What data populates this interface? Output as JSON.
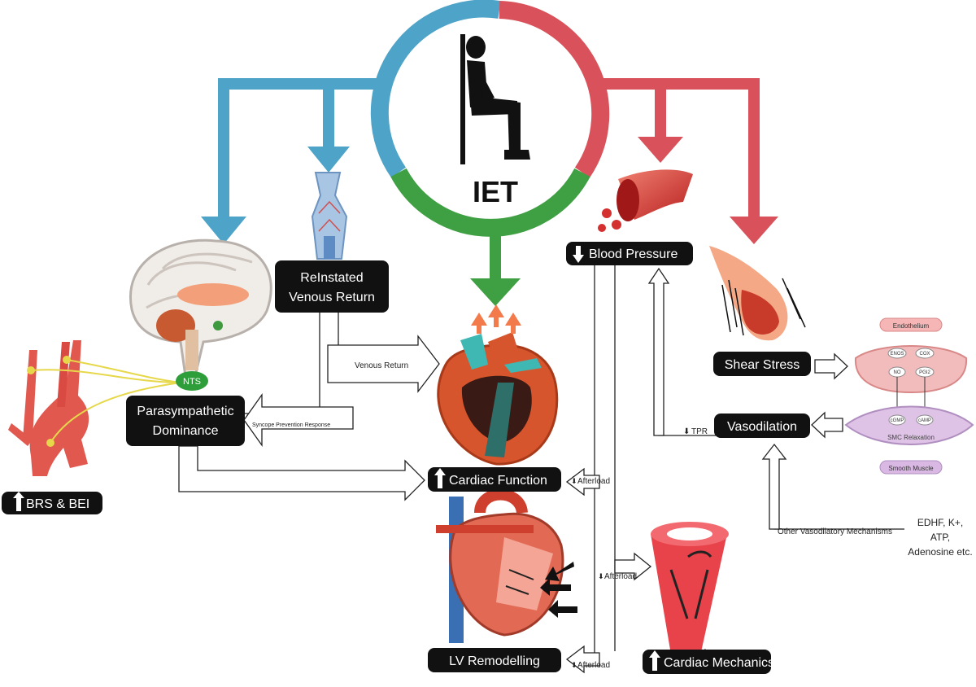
{
  "center": {
    "label": "IET"
  },
  "nodes": {
    "reinstated_venous_return": [
      "ReInstated",
      "Venous Return"
    ],
    "parasympathetic_dominance": [
      "Parasympathetic",
      "Dominance"
    ],
    "nts": "NTS",
    "brs_bei": "BRS & BEI",
    "cardiac_function": "Cardiac Function",
    "lv_remodelling": "LV Remodelling",
    "cardiac_mechanics": "Cardiac Mechanics",
    "blood_pressure": "Blood Pressure",
    "shear_stress": "Shear Stress",
    "vasodilation": "Vasodilation"
  },
  "edge_labels": {
    "venous_return": "Venous Return",
    "syncope": "Syncope Prevention Response",
    "tpr": "TPR",
    "afterload": "Afterload",
    "other_mechanisms": "Other Vasodilatory Mechanisms",
    "edhf_lines": [
      "EDHF, K+,",
      "ATP,",
      "Adenosine etc."
    ]
  },
  "endothelium": {
    "title": "Endothelium",
    "enos": "ENOS",
    "cox": "COX",
    "no": "NO",
    "pgi2": "PGI2",
    "cgmp": "cGMP",
    "camp": "cAMP",
    "smc": "SMC Relaxation",
    "smooth_muscle": "Smooth Muscle"
  },
  "colors": {
    "blue": "#4ea3c8",
    "green": "#3fa043",
    "red": "#d9515a",
    "box": "#111111"
  }
}
